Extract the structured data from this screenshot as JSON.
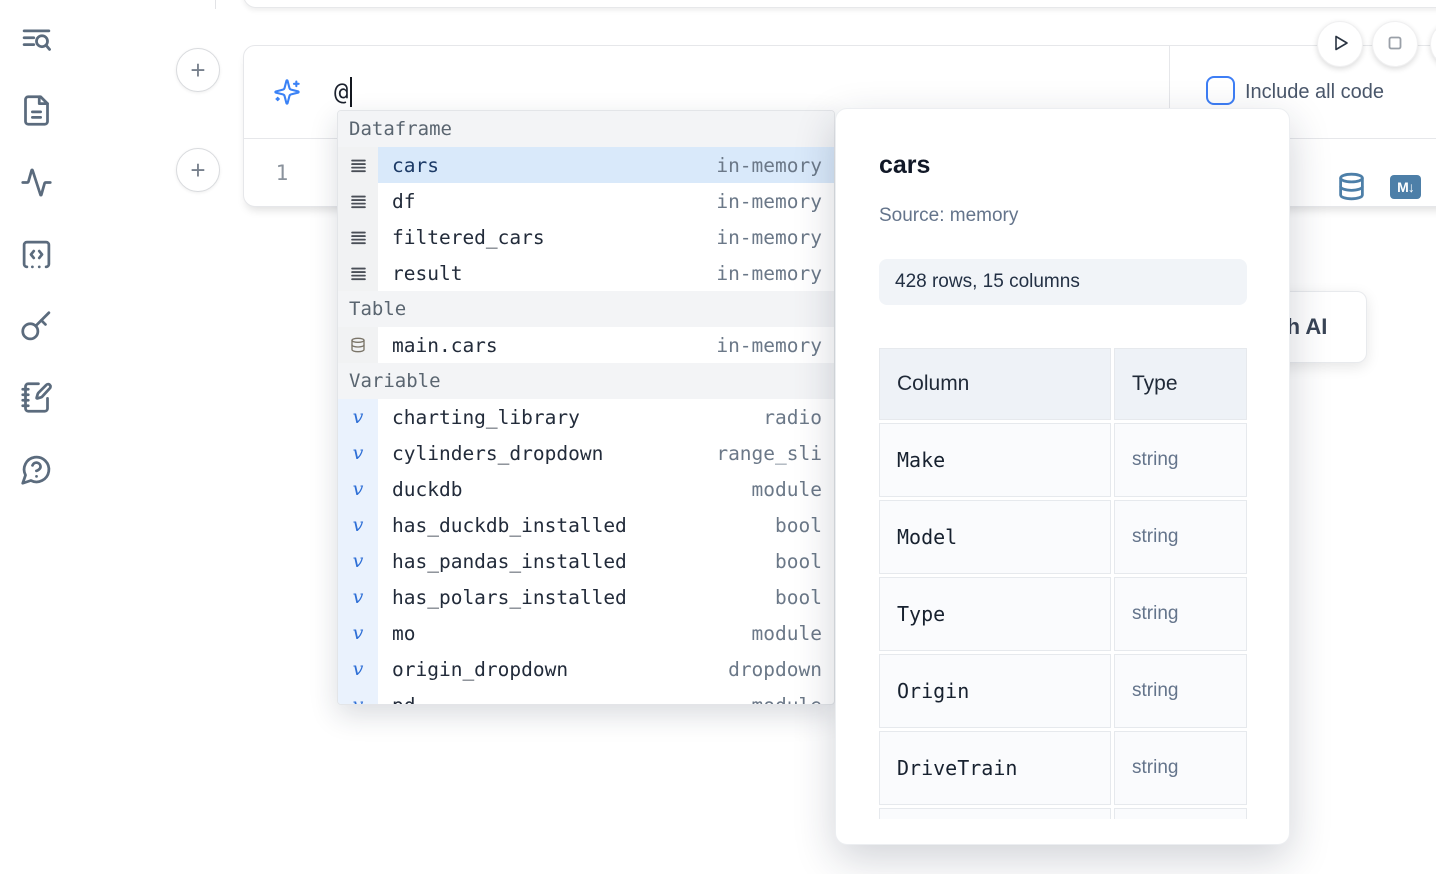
{
  "sidebar": {
    "icons": [
      "list-search",
      "file-document",
      "activity-tracer",
      "code-snippets",
      "secrets-key",
      "scratchpad-notebook",
      "help-chat"
    ]
  },
  "run_controls": {
    "play": "run-cell",
    "stop": "interrupt"
  },
  "prompt": {
    "value": "@",
    "include_all_code_label": "Include all code",
    "checkbox_checked": false
  },
  "cell": {
    "line_number": "1"
  },
  "cell_toolbar": {
    "database_icon": "database",
    "markdown_icon": "M↓",
    "markdown_glyph_m": "M",
    "markdown_glyph_arrow": "↓"
  },
  "plus_button_label": "+",
  "autocomplete": {
    "sections": [
      {
        "title": "Dataframe",
        "items": [
          {
            "name": "cars",
            "type": "in-memory",
            "selected": true
          },
          {
            "name": "df",
            "type": "in-memory"
          },
          {
            "name": "filtered_cars",
            "type": "in-memory"
          },
          {
            "name": "result",
            "type": "in-memory"
          }
        ]
      },
      {
        "title": "Table",
        "items": [
          {
            "name": "main.cars",
            "type": "in-memory"
          }
        ]
      },
      {
        "title": "Variable",
        "items": [
          {
            "name": "charting_library",
            "type": "radio"
          },
          {
            "name": "cylinders_dropdown",
            "type": "range_sli"
          },
          {
            "name": "duckdb",
            "type": "module"
          },
          {
            "name": "has_duckdb_installed",
            "type": "bool"
          },
          {
            "name": "has_pandas_installed",
            "type": "bool"
          },
          {
            "name": "has_polars_installed",
            "type": "bool"
          },
          {
            "name": "mo",
            "type": "module"
          },
          {
            "name": "origin_dropdown",
            "type": "dropdown"
          },
          {
            "name": "pd",
            "type": "module"
          }
        ]
      }
    ]
  },
  "ai_button": {
    "visible_label": "h AI"
  },
  "preview": {
    "title": "cars",
    "source": "Source: memory",
    "shape": "428 rows, 15 columns",
    "table": {
      "headers": [
        "Column",
        "Type"
      ],
      "rows": [
        {
          "column": "Make",
          "type": "string"
        },
        {
          "column": "Model",
          "type": "string"
        },
        {
          "column": "Type",
          "type": "string"
        },
        {
          "column": "Origin",
          "type": "string"
        },
        {
          "column": "DriveTrain",
          "type": "string"
        },
        {
          "column": "",
          "type": ""
        }
      ]
    }
  },
  "colors": {
    "accent_blue": "#3b82f6",
    "steel_blue": "#4d7fa8",
    "selected_row_bg": "#d9e9fa",
    "sidebar_icon": "#5b6b7d"
  }
}
